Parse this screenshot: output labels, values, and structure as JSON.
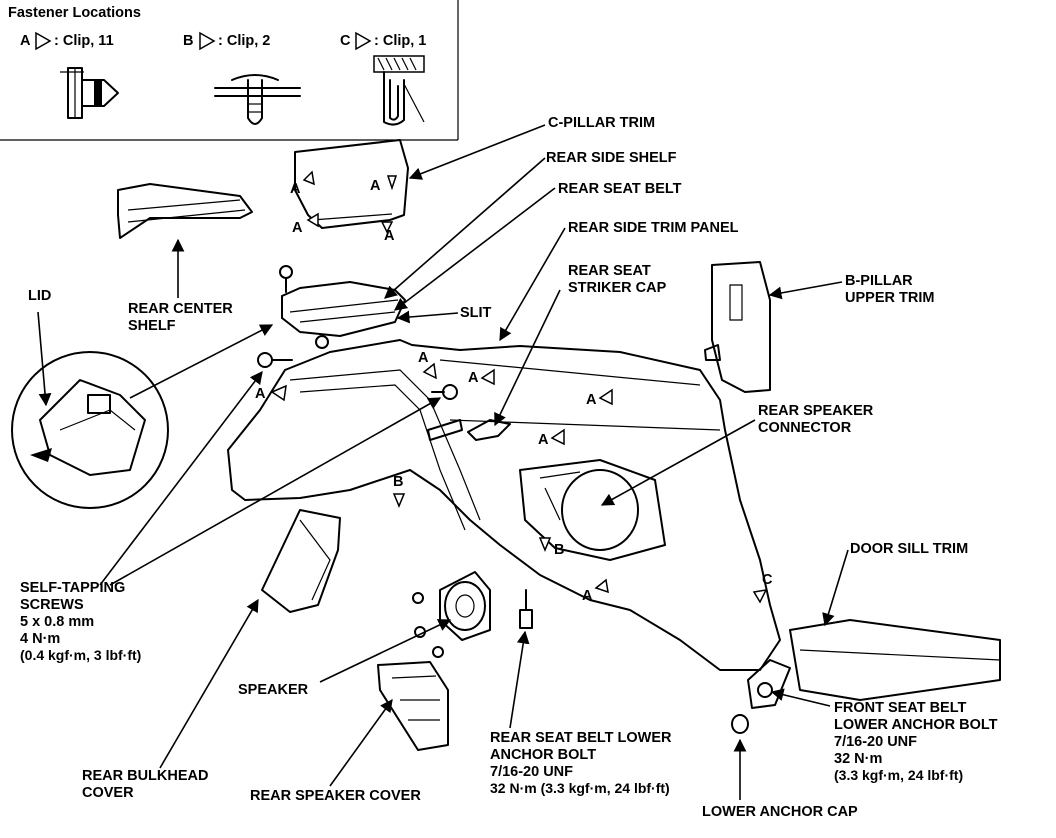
{
  "fastener_locations": {
    "title": "Fastener Locations",
    "clip_a": {
      "letter": "A",
      "text": ": Clip, 11"
    },
    "clip_b": {
      "letter": "B",
      "text": ": Clip, 2"
    },
    "clip_c": {
      "letter": "C",
      "text": ": Clip, 1"
    }
  },
  "labels": {
    "c_pillar_trim": "C-PILLAR TRIM",
    "rear_side_shelf": "REAR SIDE SHELF",
    "rear_seat_belt": "REAR SEAT BELT",
    "rear_side_trim_panel": "REAR SIDE TRIM PANEL",
    "rear_seat_striker_cap_1": "REAR SEAT",
    "rear_seat_striker_cap_2": "STRIKER CAP",
    "b_pillar_upper_trim_1": "B-PILLAR",
    "b_pillar_upper_trim_2": "UPPER TRIM",
    "lid": "LID",
    "rear_center_shelf_1": "REAR CENTER",
    "rear_center_shelf_2": "SHELF",
    "slit": "SLIT",
    "rear_speaker_connector_1": "REAR SPEAKER",
    "rear_speaker_connector_2": "CONNECTOR",
    "door_sill_trim": "DOOR SILL TRIM",
    "self_tapping_1": "SELF-TAPPING",
    "self_tapping_2": "SCREWS",
    "self_tapping_3": "5 x 0.8 mm",
    "self_tapping_4": "4 N·m",
    "self_tapping_5": "(0.4 kgf·m, 3 lbf·ft)",
    "speaker": "SPEAKER",
    "rear_bulkhead_cover_1": "REAR BULKHEAD",
    "rear_bulkhead_cover_2": "COVER",
    "rear_speaker_cover": "REAR SPEAKER COVER",
    "rear_belt_bolt_1": "REAR SEAT BELT LOWER",
    "rear_belt_bolt_2": "ANCHOR BOLT",
    "rear_belt_bolt_3": "7/16-20 UNF",
    "rear_belt_bolt_4": "32 N·m (3.3 kgf·m, 24 lbf·ft)",
    "front_belt_bolt_1": "FRONT SEAT BELT",
    "front_belt_bolt_2": "LOWER ANCHOR BOLT",
    "front_belt_bolt_3": "7/16-20 UNF",
    "front_belt_bolt_4": "32 N·m",
    "front_belt_bolt_5": "(3.3 kgf·m, 24 lbf·ft)",
    "lower_anchor_cap": "LOWER ANCHOR CAP"
  },
  "markers": {
    "a": "A",
    "b": "B",
    "c": "C"
  }
}
